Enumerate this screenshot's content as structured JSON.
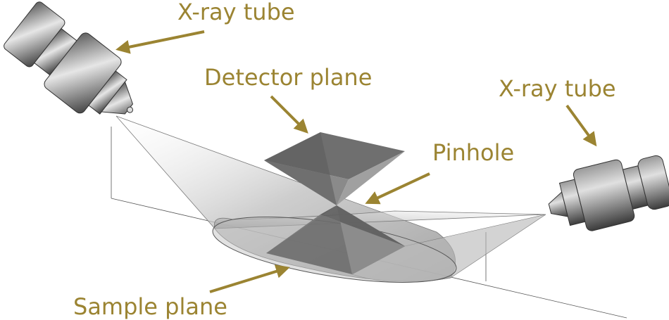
{
  "labels": {
    "xray_tube_left": "X-ray tube",
    "detector_plane": "Detector plane",
    "xray_tube_right": "X-ray tube",
    "pinhole": "Pinhole",
    "sample_plane": "Sample plane"
  },
  "colors": {
    "label": "#9b8432",
    "arrow": "#9b8432",
    "beam": "#cfcfcf",
    "plane_dark": "#6f6f6f",
    "plane_mid": "#8c8c8c",
    "tube_light": "#d9d9d9",
    "tube_dark": "#4a4a4a"
  }
}
